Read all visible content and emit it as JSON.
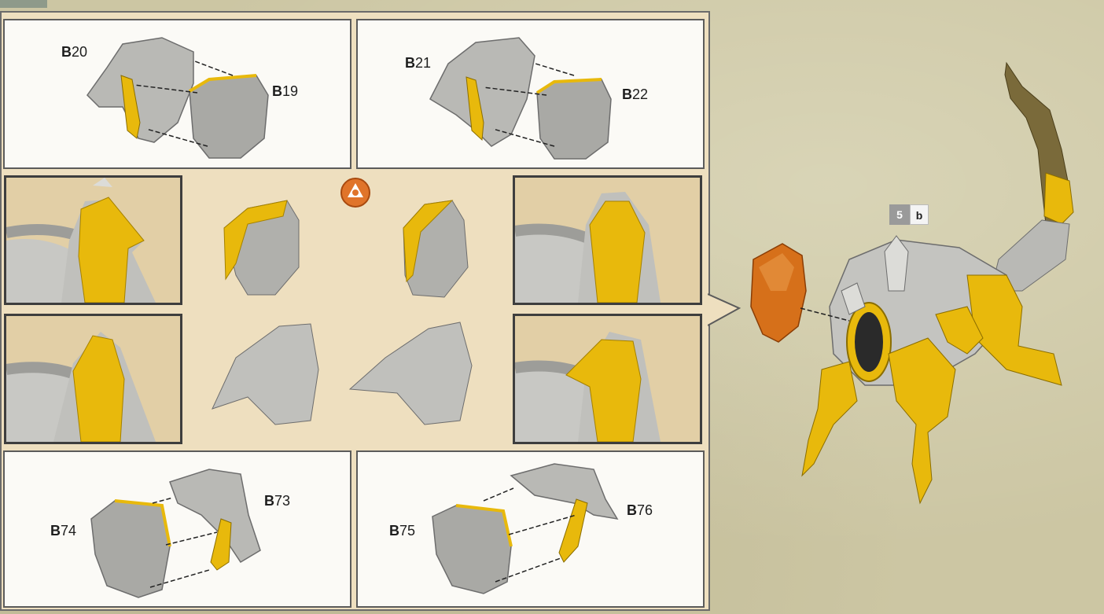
{
  "labels": {
    "b20": {
      "prefix": "B",
      "num": "20"
    },
    "b19": {
      "prefix": "B",
      "num": "19"
    },
    "b21": {
      "prefix": "B",
      "num": "21"
    },
    "b22": {
      "prefix": "B",
      "num": "22"
    },
    "b73": {
      "prefix": "B",
      "num": "73"
    },
    "b74": {
      "prefix": "B",
      "num": "74"
    },
    "b75": {
      "prefix": "B",
      "num": "75"
    },
    "b76": {
      "prefix": "B",
      "num": "76"
    }
  },
  "step": {
    "number": "5",
    "sub": "b"
  },
  "icons": {
    "warning": "triangle-warning-icon"
  },
  "colors": {
    "yellow_part": "#e8b90c",
    "orange_part": "#d6701a",
    "silver_part": "#b9b9b5",
    "panel": "#eedfbf",
    "callout": "#fbfaf6"
  }
}
